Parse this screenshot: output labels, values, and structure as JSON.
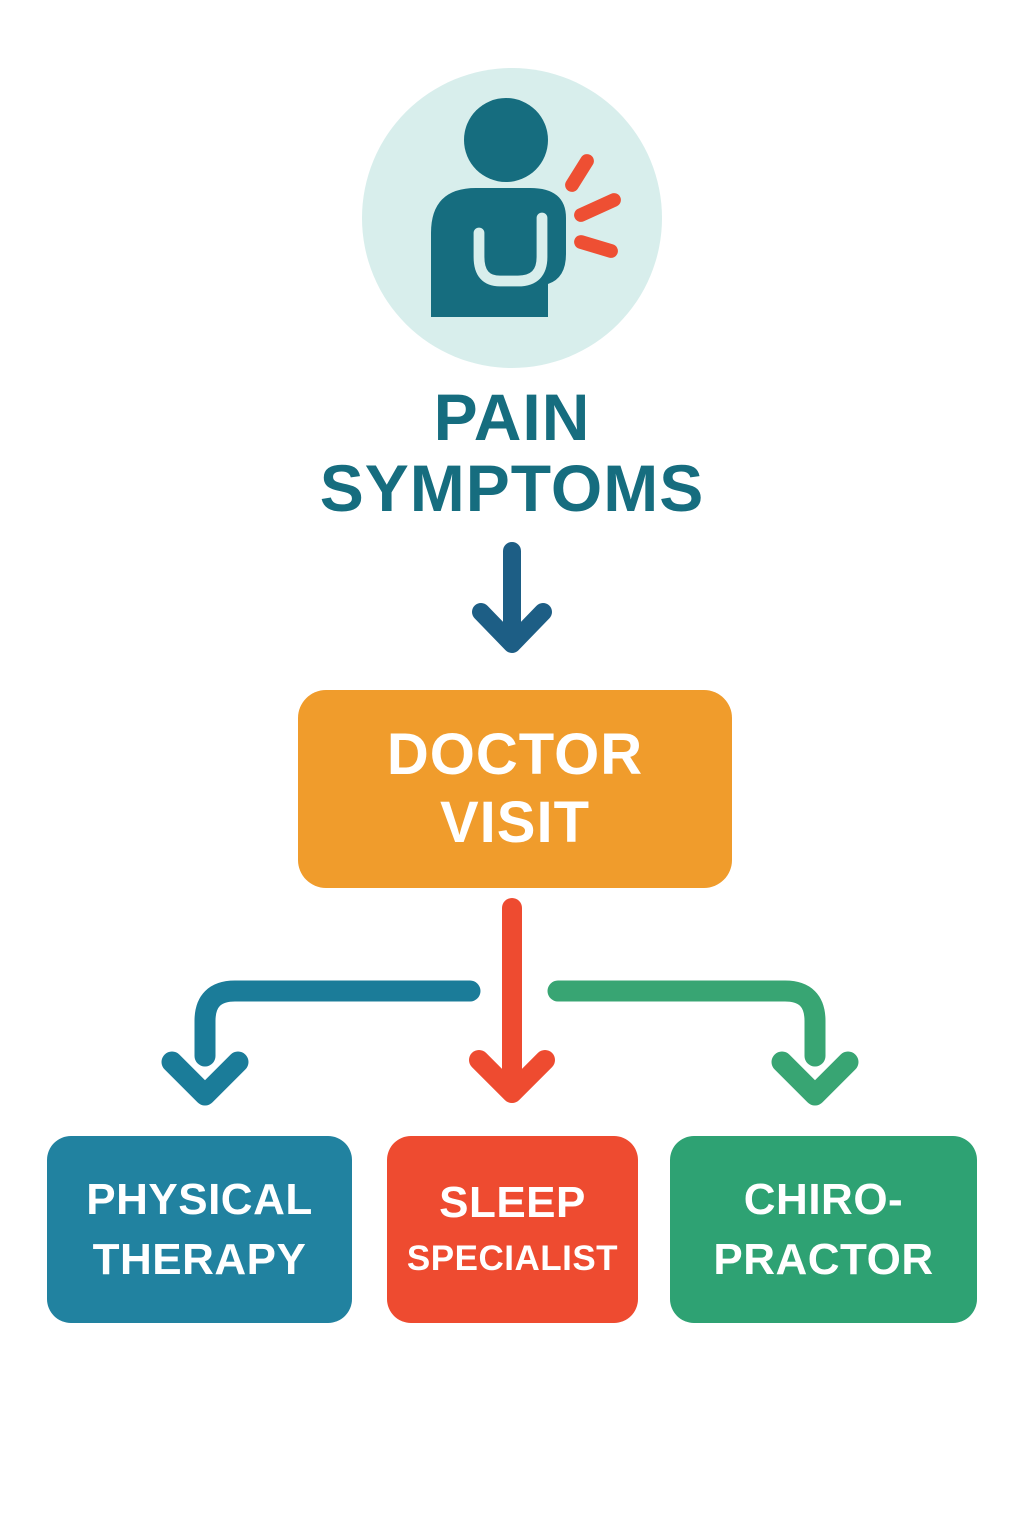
{
  "page": {
    "background": "#ffffff"
  },
  "flow": {
    "source": {
      "icon": "person-back-pain-icon",
      "line1": "PAIN",
      "line2": "SYMPTOMS",
      "text_color": "#166d7f",
      "icon_bg": "#d8eeec",
      "icon_fg": "#166d7f",
      "pain_mark_color": "#ee4f33"
    },
    "arrow_top": {
      "color": "#1d5e85"
    },
    "decision": {
      "line1": "DOCTOR",
      "line2": "VISIT",
      "bg": "#f09c2c",
      "text_color": "#ffffff"
    },
    "branches": {
      "left_arrow": {
        "color": "#1b7c99"
      },
      "center_arrow": {
        "color": "#ee4b30"
      },
      "right_arrow": {
        "color": "#38a573"
      }
    },
    "outcomes": [
      {
        "line1": "PHYSICAL",
        "line2": "THERAPY",
        "bg": "#2182a0",
        "text_color": "#ffffff"
      },
      {
        "line1": "SLEEP",
        "line2": "SPECIALIST",
        "bg": "#ee4b30",
        "text_color": "#ffffff"
      },
      {
        "line1": "CHIRO-",
        "line2": "PRACTOR",
        "bg": "#2ea273",
        "text_color": "#ffffff"
      }
    ]
  }
}
